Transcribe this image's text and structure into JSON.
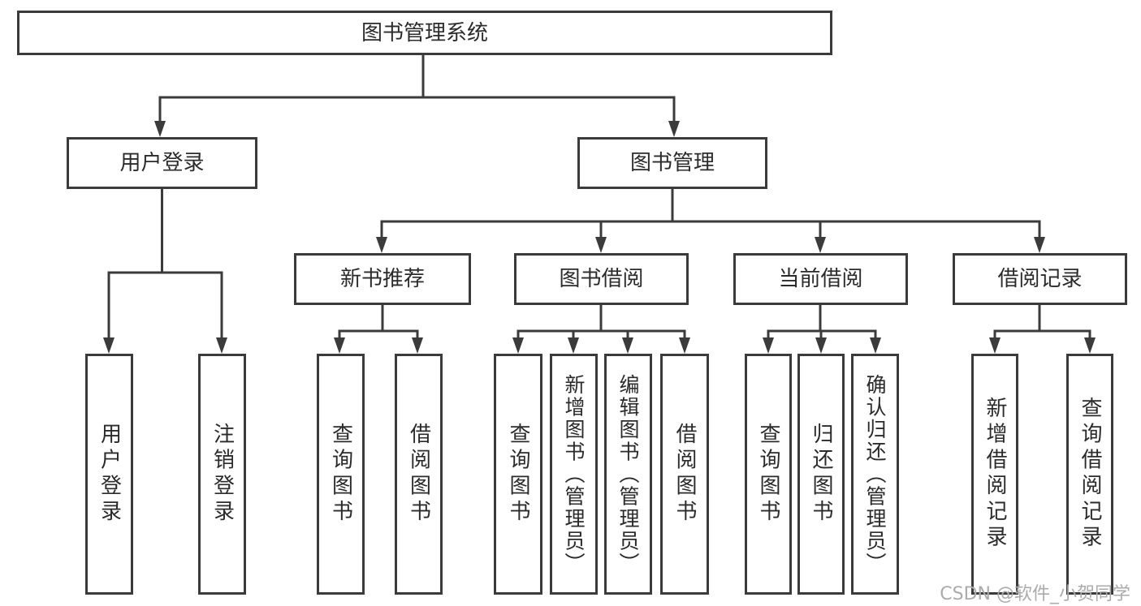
{
  "root": {
    "label": "图书管理系统"
  },
  "branches": {
    "user_login": {
      "label": "用户登录",
      "leaves": [
        {
          "label": "用户登录"
        },
        {
          "label": "注销登录"
        }
      ]
    },
    "book_management": {
      "label": "图书管理",
      "sections": [
        {
          "label": "新书推荐",
          "leaves": [
            {
              "label": "查询图书"
            },
            {
              "label": "借阅图书"
            }
          ]
        },
        {
          "label": "图书借阅",
          "leaves": [
            {
              "label": "查询图书"
            },
            {
              "label": "新增图书（管理员）"
            },
            {
              "label": "编辑图书（管理员）"
            },
            {
              "label": "借阅图书"
            }
          ]
        },
        {
          "label": "当前借阅",
          "leaves": [
            {
              "label": "查询图书"
            },
            {
              "label": "归还图书"
            },
            {
              "label": "确认归还（管理员）"
            }
          ]
        },
        {
          "label": "借阅记录",
          "leaves": [
            {
              "label": "新增借阅记录"
            },
            {
              "label": "查询借阅记录"
            }
          ]
        }
      ]
    }
  },
  "watermark": {
    "text": "CSDN @软件_小贺同学"
  },
  "colors": {
    "line": "#3b3b3b",
    "text": "#2b2b2b",
    "background": "#ffffff",
    "watermark": "#ababab"
  }
}
